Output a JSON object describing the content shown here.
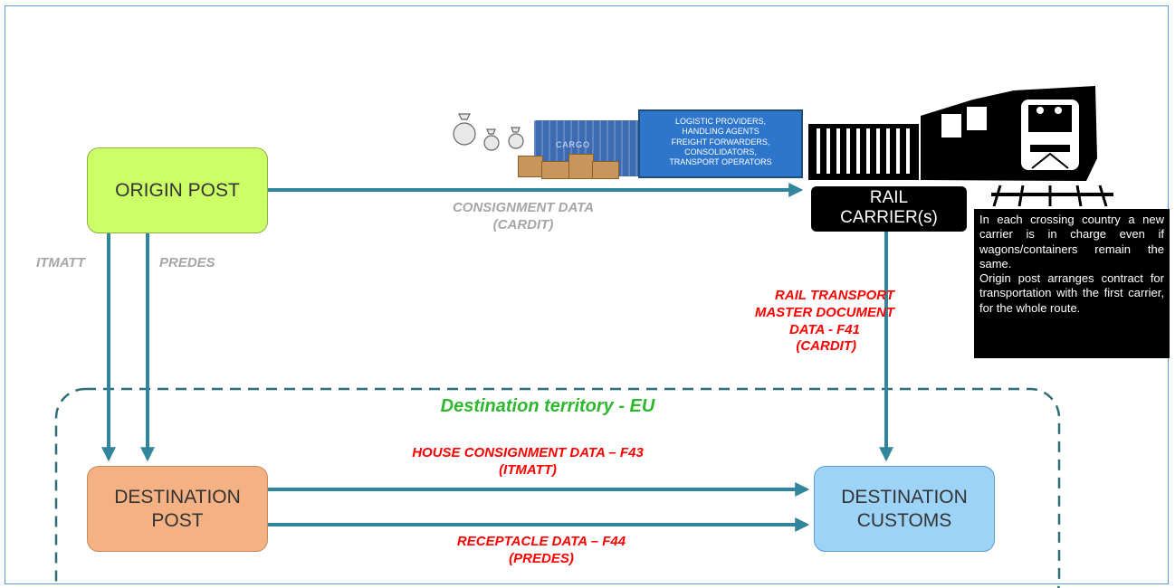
{
  "nodes": {
    "origin_post": "ORIGIN POST",
    "destination_post": [
      "DESTINATION",
      "POST"
    ],
    "destination_customs": [
      "DESTINATION",
      "CUSTOMS"
    ],
    "rail_carrier": [
      "RAIL",
      "CARRIER(s)"
    ]
  },
  "logistic_box": [
    "LOGISTIC PROVIDERS,",
    "HANDLING AGENTS",
    "FREIGHT FORWARDERS,",
    "CONSOLIDATORS,",
    "TRANSPORT OPERATORS"
  ],
  "container_text": "CARGO",
  "note": {
    "p1": "In each crossing country a new carrier is in charge even if wagons/containers remain the same.",
    "p2": "Origin post arranges contract for transportation with the first carrier, for the whole route."
  },
  "labels": {
    "consignment": [
      "CONSIGNMENT DATA",
      "(CARDIT)"
    ],
    "itmatt": "ITMATT",
    "predes": "PREDES",
    "rail_transport": [
      "RAIL TRANSPORT",
      "MASTER DOCUMENT",
      "DATA - F41",
      "(CARDIT)"
    ],
    "destination_territory": "Destination territory - EU",
    "house_consignment": [
      "HOUSE CONSIGNMENT DATA – F43",
      "(ITMATT)"
    ],
    "receptacle": [
      "RECEPTACLE DATA – F44",
      "(PREDES)"
    ]
  },
  "colors": {
    "arrow": "#31859c",
    "red_text": "#ff0000",
    "gray_text": "#a6a6a6",
    "green_text": "#2eb82e",
    "origin_fill": "#ccff66",
    "destination_post_fill": "#f4b183",
    "customs_fill": "#9dd3f7"
  }
}
